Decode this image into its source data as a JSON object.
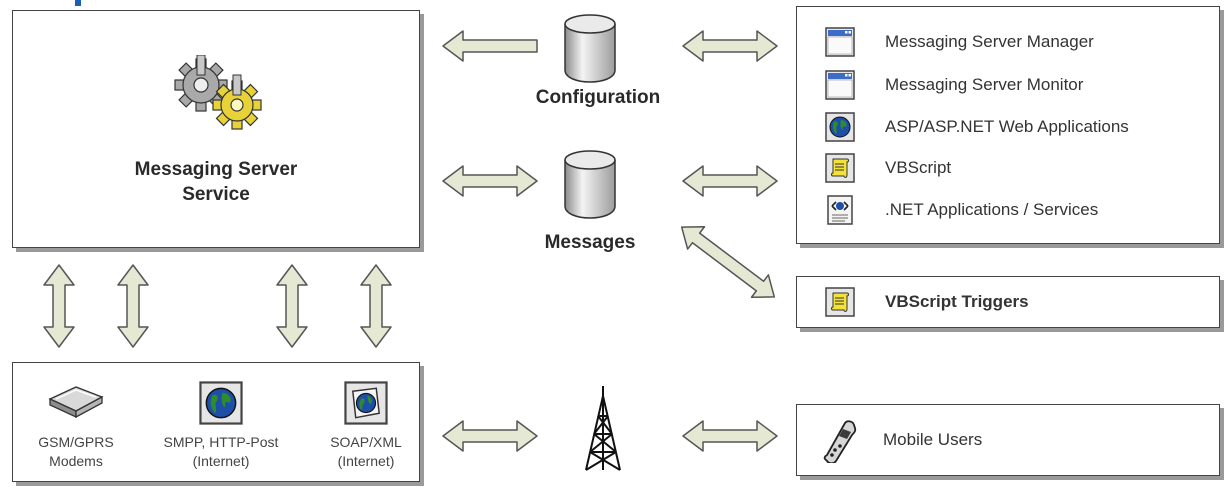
{
  "service": {
    "title_line1": "Messaging Server",
    "title_line2": "Service"
  },
  "databases": {
    "configuration": "Configuration",
    "messages": "Messages"
  },
  "clients": [
    {
      "label": "Messaging Server Manager",
      "icon": "window-icon"
    },
    {
      "label": "Messaging Server Monitor",
      "icon": "window-icon"
    },
    {
      "label": "ASP/ASP.NET Web Applications",
      "icon": "web-globe-icon"
    },
    {
      "label": "VBScript",
      "icon": "script-scroll-icon"
    },
    {
      "label": ".NET Applications / Services",
      "icon": "dotnet-icon"
    }
  ],
  "triggers": {
    "label": "VBScript Triggers",
    "icon": "script-scroll-icon"
  },
  "gateways": [
    {
      "line1": "GSM/GPRS",
      "line2": "Modems",
      "icon": "modem-icon"
    },
    {
      "line1": "SMPP, HTTP-Post",
      "line2": "(Internet)",
      "icon": "globe-icon"
    },
    {
      "line1": "SOAP/XML",
      "line2": "(Internet)",
      "icon": "soap-globe-icon"
    }
  ],
  "mobile": {
    "label": "Mobile Users",
    "icon": "mobile-phone-icon"
  },
  "colors": {
    "arrow_fill": "#e5e9d4",
    "arrow_stroke": "#555555",
    "gear_gold": "#e8d23a",
    "globe_blue": "#1d4fa8",
    "globe_green": "#2e8b2e",
    "scroll_yellow": "#f2e23a"
  }
}
